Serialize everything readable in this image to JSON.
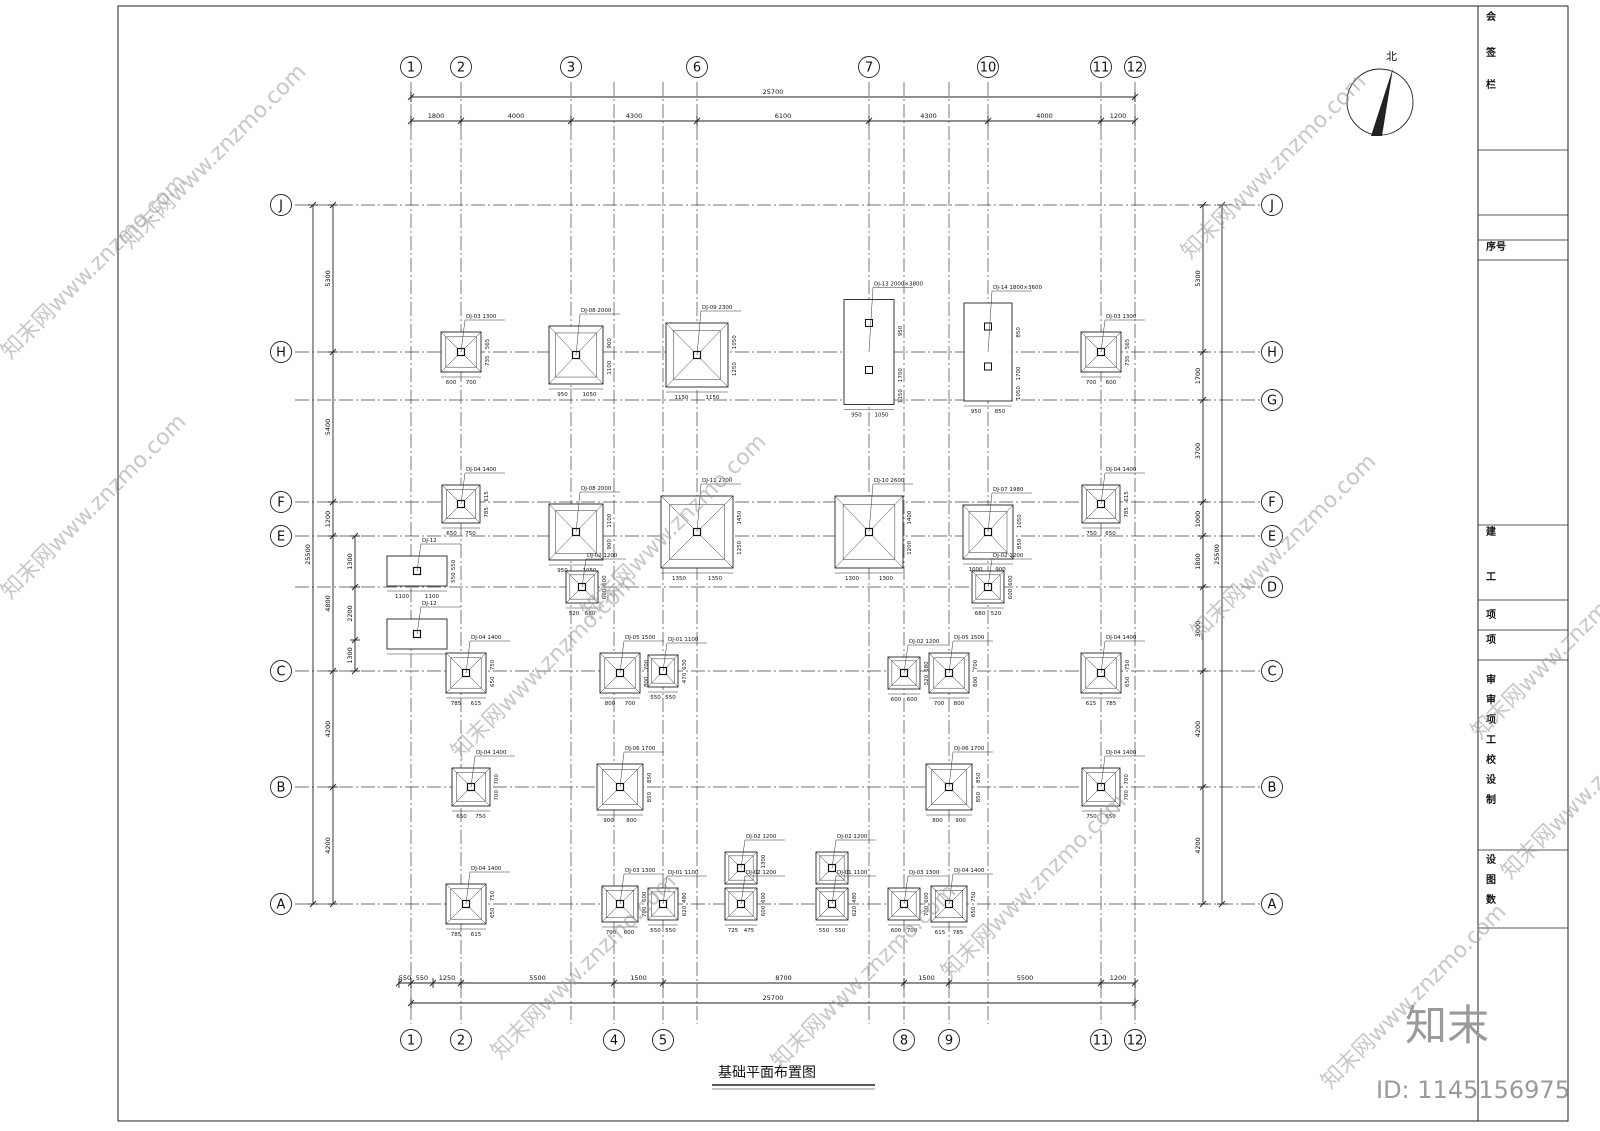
{
  "drawing": {
    "title": "基础平面布置图",
    "north_label": "北",
    "watermark_logo": "知末",
    "watermark_id": "ID: 1145156975",
    "watermark_site": "知末网www.znzmo.com"
  },
  "axes": {
    "columns_top": [
      "1",
      "2",
      "3",
      "6",
      "7",
      "10",
      "11",
      "12"
    ],
    "columns_bottom": [
      "1",
      "2",
      "4",
      "5",
      "8",
      "9",
      "11",
      "12"
    ],
    "rows_left": [
      "J",
      "H",
      "F",
      "E",
      "C",
      "B",
      "A"
    ],
    "rows_right": [
      "J",
      "H",
      "G",
      "F",
      "E",
      "D",
      "C",
      "B",
      "A"
    ]
  },
  "dimensions": {
    "top_total": "25700",
    "top_segments": [
      "1800",
      "4000",
      "4300",
      "6100",
      "4300",
      "4000",
      "1200"
    ],
    "bottom_total": "25700",
    "bottom_segments": [
      "550",
      "550",
      "1250",
      "5500",
      "1500",
      "8700",
      "1500",
      "5500",
      "1200"
    ],
    "left_total": "25500",
    "left_segments": [
      "5300",
      "5400",
      "1200",
      "4800",
      "4200",
      "4200"
    ],
    "left_inner": [
      "1300",
      "2200",
      "1300"
    ],
    "right_total": "25500",
    "right_segments": [
      "5300",
      "1700",
      "3700",
      "1000",
      "1800",
      "3000",
      "4200",
      "4200"
    ]
  },
  "footings": [
    {
      "label": "DJ-03 1300",
      "dims": [
        "600",
        "700",
        "565",
        "735"
      ]
    },
    {
      "label": "DJ-08 2000",
      "dims": [
        "950",
        "1050",
        "900",
        "1100"
      ]
    },
    {
      "label": "DJ-09 2300",
      "dims": [
        "1150",
        "1150",
        "1050",
        "1250"
      ]
    },
    {
      "label": "DJ-13 2000×3800",
      "dims": [
        "950",
        "1050",
        "950",
        "1700",
        "1150"
      ]
    },
    {
      "label": "DJ-14 1800×3600",
      "dims": [
        "950",
        "850",
        "850",
        "1700",
        "1050"
      ]
    },
    {
      "label": "DJ-03 1300",
      "dims": [
        "700",
        "600",
        "565",
        "735"
      ]
    },
    {
      "label": "DJ-04 1400",
      "dims": [
        "650",
        "750",
        "615",
        "785"
      ]
    },
    {
      "label": "DJ-08 2000",
      "dims": [
        "950",
        "1050",
        "1100",
        "900"
      ]
    },
    {
      "label": "DJ-11 2700",
      "dims": [
        "1350",
        "1350",
        "1450",
        "1250"
      ]
    },
    {
      "label": "DJ-10 2600",
      "dims": [
        "1300",
        "1300",
        "1400",
        "1200"
      ]
    },
    {
      "label": "DJ-07 1980",
      "dims": [
        "1000",
        "900",
        "1050",
        "850"
      ]
    },
    {
      "label": "DJ-04 1400",
      "dims": [
        "750",
        "650",
        "615",
        "785"
      ]
    },
    {
      "label": "DJ-12",
      "dims": [
        "1100",
        "1100",
        "550",
        "550"
      ]
    },
    {
      "label": "DJ-12",
      "dims": []
    },
    {
      "label": "DJ-02 1200",
      "dims": [
        "520",
        "680",
        "600",
        "600"
      ]
    },
    {
      "label": "DJ-02 1200",
      "dims": [
        "680",
        "520",
        "600",
        "600"
      ]
    },
    {
      "label": "DJ-04 1400",
      "dims": [
        "785",
        "615",
        "750",
        "650"
      ]
    },
    {
      "label": "DJ-05 1500",
      "dims": [
        "800",
        "700",
        "700",
        "800"
      ]
    },
    {
      "label": "DJ-01 1100",
      "dims": [
        "550",
        "550",
        "630",
        "470"
      ]
    },
    {
      "label": "DJ-02 1200",
      "dims": [
        "600",
        "600",
        "680",
        "520"
      ]
    },
    {
      "label": "DJ-05 1500",
      "dims": [
        "700",
        "800",
        "700",
        "800"
      ]
    },
    {
      "label": "DJ-04 1400",
      "dims": [
        "615",
        "785",
        "750",
        "650"
      ]
    },
    {
      "label": "DJ-04 1400",
      "dims": [
        "650",
        "750",
        "700",
        "700"
      ]
    },
    {
      "label": "DJ-06 1700",
      "dims": [
        "900",
        "800",
        "850",
        "850"
      ]
    },
    {
      "label": "DJ-06 1700",
      "dims": [
        "800",
        "900",
        "850",
        "850"
      ]
    },
    {
      "label": "DJ-04 1400",
      "dims": [
        "750",
        "650",
        "700",
        "700"
      ]
    },
    {
      "label": "DJ-04 1400",
      "dims": [
        "785",
        "615",
        "750",
        "650"
      ]
    },
    {
      "label": "DJ-03 1300",
      "dims": [
        "700",
        "600",
        "600",
        "700"
      ]
    },
    {
      "label": "DJ-01 1100",
      "dims": [
        "550",
        "550",
        "480",
        "620"
      ]
    },
    {
      "label": "DJ-02 1200",
      "dims": [
        "600",
        "600",
        "1300"
      ]
    },
    {
      "label": "DJ-02 1200",
      "dims": [
        "725",
        "475",
        "600",
        "600"
      ]
    },
    {
      "label": "DJ-02 1200",
      "dims": [
        "475",
        "725"
      ]
    },
    {
      "label": "DJ-01 1100",
      "dims": [
        "550",
        "550",
        "480",
        "620"
      ]
    },
    {
      "label": "DJ-03 1300",
      "dims": [
        "600",
        "700",
        "600",
        "700"
      ]
    },
    {
      "label": "DJ-04 1400",
      "dims": [
        "615",
        "785",
        "750",
        "650"
      ]
    }
  ],
  "title_block": [
    "会",
    "签",
    "栏",
    "序号",
    "建",
    "工",
    "项",
    "项",
    "审",
    "审",
    "项",
    "工",
    "校",
    "设",
    "制",
    "设",
    "图",
    "数"
  ]
}
